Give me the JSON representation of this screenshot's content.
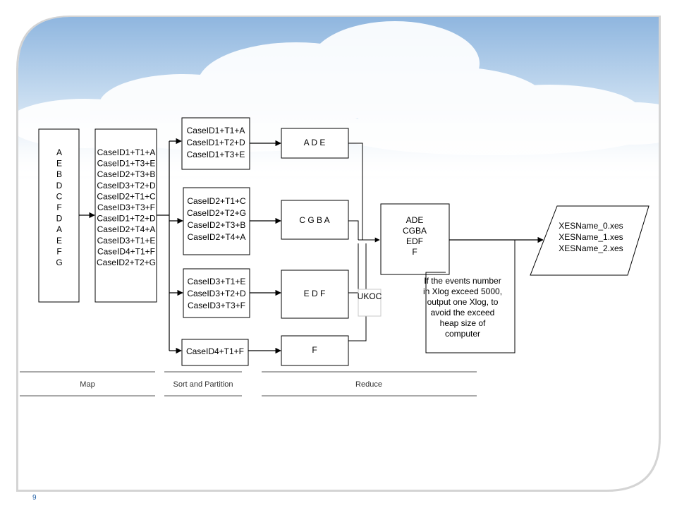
{
  "input_events": [
    "A",
    "E",
    "B",
    "D",
    "C",
    "F",
    "D",
    "A",
    "E",
    "F",
    "G"
  ],
  "map_output": [
    "CaseID1+T1+A",
    "CaseID1+T3+E",
    "CaseID2+T3+B",
    "CaseID3+T2+D",
    "CaseID2+T1+C",
    "CaseID3+T3+F",
    "CaseID1+T2+D",
    "CaseID2+T4+A",
    "CaseID3+T1+E",
    "CaseID4+T1+F",
    "CaseID2+T2+G"
  ],
  "partitions": [
    [
      "CaseID1+T1+A",
      "CaseID1+T2+D",
      "CaseID1+T3+E"
    ],
    [
      "CaseID2+T1+C",
      "CaseID2+T2+G",
      "CaseID2+T3+B",
      "CaseID2+T4+A"
    ],
    [
      "CaseID3+T1+E",
      "CaseID3+T2+D",
      "CaseID3+T3+F"
    ],
    [
      "CaseID4+T1+F"
    ]
  ],
  "reduce_outputs": [
    "A D E",
    "C G B A",
    "E D F",
    "F"
  ],
  "merged": [
    "ADE",
    "CGBA",
    "EDF",
    "F"
  ],
  "ukoc_label": "UKOC",
  "files": [
    "XESName_0.xes",
    "XESName_1.xes",
    "XESName_2.xes"
  ],
  "note_lines": [
    "If the events number",
    "in Xlog exceed 5000,",
    "output one Xlog, to",
    "avoid the exceed",
    "heap size of",
    "computer"
  ],
  "stages": {
    "map": "Map",
    "sort": "Sort and Partition",
    "reduce": "Reduce"
  },
  "page_number": "9",
  "colors": {
    "frame": "#c8c8c8",
    "sky_top": "#a9c8e6",
    "sky_bottom": "#e4eef8"
  }
}
